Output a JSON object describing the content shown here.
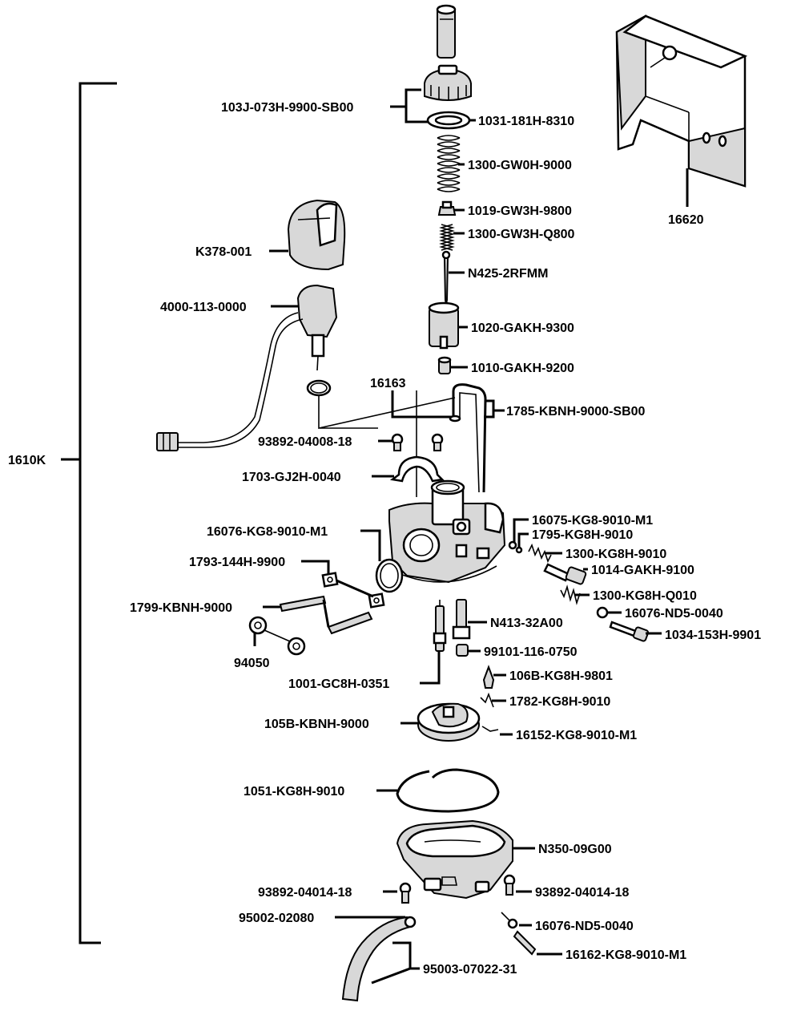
{
  "assembly": {
    "label": "1610K"
  },
  "parts": {
    "cap": "103J-073H-9900-SB00",
    "cap_ring": "1031-181H-8310",
    "spring_top": "1300-GW0H-9000",
    "clip": "1019-GW3H-9800",
    "spring_small": "1300-GW3H-Q800",
    "needle": "N425-2RFMM",
    "slide": "1020-GAKH-9300",
    "holder": "1010-GAKH-9200",
    "cover": "16620",
    "cover_cap": "K378-001",
    "starter": "4000-113-0000",
    "hose_part": "16163",
    "hose_assy": "1785-KBNH-9000-SB00",
    "screw_top": "93892-04008-18",
    "clamp": "1703-GJ2H-0040",
    "oring_left": "16076-KG8-9010-M1",
    "oring_right": "16075-KG8-9010-M1",
    "ball": "1795-KG8H-9010",
    "spring_r1": "1300-KG8H-9010",
    "screw_r1": "1014-GAKH-9100",
    "plate": "1793-144H-9900",
    "spring_r2": "1300-KG8H-Q010",
    "stud": "1799-KBNH-9000",
    "oring_r2": "16076-ND5-0040",
    "jet_main": "N413-32A00",
    "screw_r2": "1034-153H-9901",
    "nut": "94050",
    "jet_small": "99101-116-0750",
    "needle_jet": "1001-GC8H-0351",
    "float_needle": "106B-KG8H-9801",
    "clip2": "1782-KG8H-9010",
    "float": "105B-KBNH-9000",
    "pin": "16152-KG8-9010-M1",
    "gasket": "1051-KG8H-9010",
    "bowl": "N350-09G00",
    "screw_l": "93892-04014-18",
    "screw_r": "93892-04014-18",
    "clamp_hose": "95002-02080",
    "oring_drain": "16076-ND5-0040",
    "drain_screw": "16162-KG8-9010-M1",
    "tube": "95003-07022-31"
  }
}
